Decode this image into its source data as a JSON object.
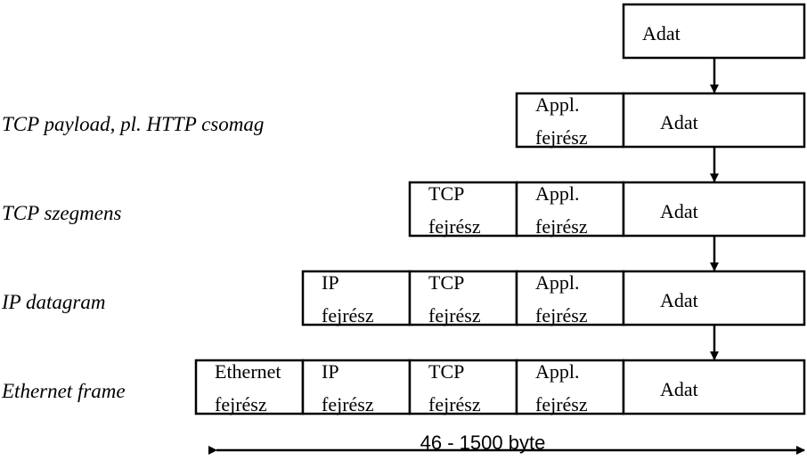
{
  "rows": [
    {
      "label": "",
      "cells": [
        "Adat"
      ]
    },
    {
      "label": "TCP payload, pl. HTTP csomag",
      "cells": [
        "Appl.\nfejrész",
        "Adat"
      ]
    },
    {
      "label": "TCP szegmens",
      "cells": [
        "TCP\nfejrész",
        "Appl.\nfejrész",
        "Adat"
      ]
    },
    {
      "label": "IP datagram",
      "cells": [
        "IP\nfejrész",
        "TCP\nfejrész",
        "Appl.\nfejrész",
        "Adat"
      ]
    },
    {
      "label": "Ethernet frame",
      "cells": [
        "Ethernet\nfejrész",
        "IP\nfejrész",
        "TCP\nfejrész",
        "Appl.\nfejrész",
        "Adat"
      ]
    }
  ],
  "size_label": "46 - 1500 byte"
}
